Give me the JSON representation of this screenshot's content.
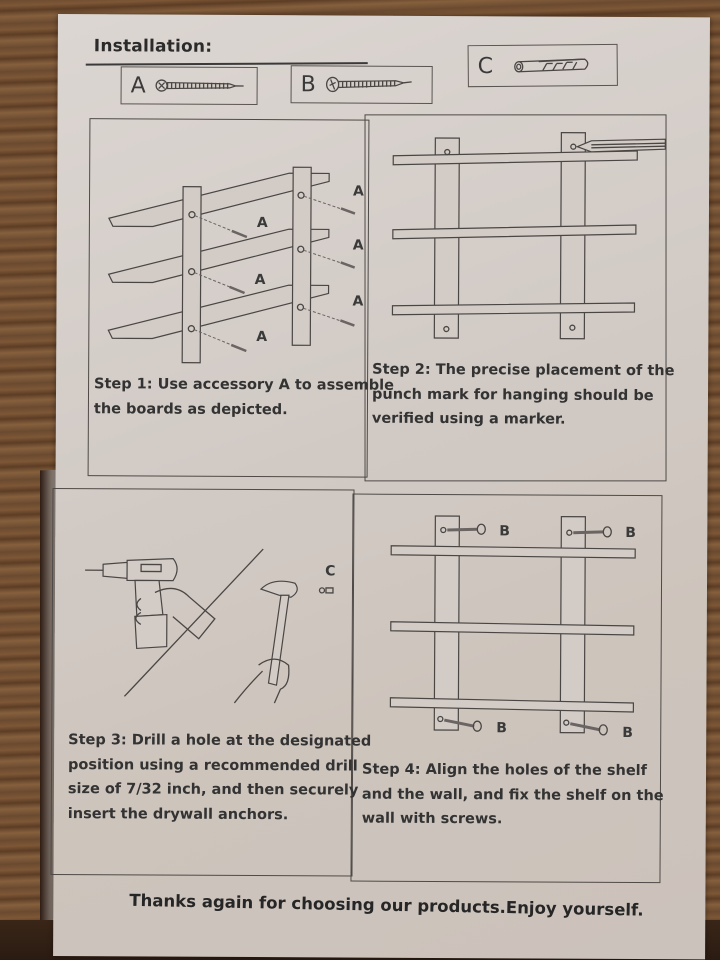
{
  "header": {
    "title": "Installation:"
  },
  "hardware": [
    {
      "letter": "A",
      "icon": "screw-icon",
      "description": "screw"
    },
    {
      "letter": "B",
      "icon": "screw-icon",
      "description": "screw"
    },
    {
      "letter": "C",
      "icon": "wall-anchor-icon",
      "description": "drywall anchor"
    }
  ],
  "steps": [
    {
      "label": "Step 1",
      "text_lines": [
        "Step 1:  Use accessory A to assemble",
        "the boards as depicted."
      ],
      "callouts": [
        "A",
        "A",
        "A",
        "A",
        "A",
        "A"
      ],
      "illustration": "shelf-assembly-illustration"
    },
    {
      "label": "Step 2",
      "text_lines": [
        "Step 2: The precise placement of the",
        "punch mark for hanging should be",
        "verified using a marker."
      ],
      "illustration": "shelf-marking-illustration"
    },
    {
      "label": "Step 3",
      "text_lines": [
        "Step 3: Drill a hole at the designated",
        "position using a recommended drill",
        "size of 7/32 inch, and then securely",
        "insert the drywall anchors."
      ],
      "callouts": [
        "C"
      ],
      "illustration": "drill-hammer-illustration"
    },
    {
      "label": "Step 4",
      "text_lines": [
        "Step 4: Align the holes of the shelf",
        "and the wall, and fix the shelf on the",
        "wall with screws."
      ],
      "callouts": [
        "B",
        "B",
        "B",
        "B"
      ],
      "illustration": "shelf-mounting-illustration"
    }
  ],
  "footer": {
    "text": "Thanks again for choosing our products.Enjoy yourself."
  },
  "colors": {
    "paper": "#d4cdc7",
    "ink": "#333333",
    "wood": "#6b4a2f"
  }
}
